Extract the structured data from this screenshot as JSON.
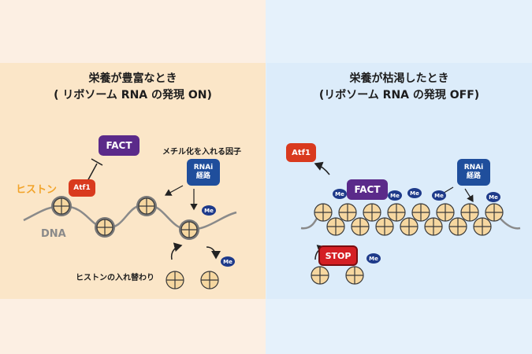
{
  "left": {
    "title_line1": "栄養が豊富なとき",
    "title_line2": "( リボソーム RNA の発現 ON)",
    "histone_label": "ヒストン",
    "dna_label": "DNA",
    "methyl_label": "メチル化を入れる因子",
    "exchange_label": "ヒストンの入れ替わり",
    "fact": "FACT",
    "atf1": "Atf1",
    "rnai_line1": "RNAi",
    "rnai_line2": "経路",
    "me": "Me"
  },
  "right": {
    "title_line1": "栄養が枯渇したとき",
    "title_line2": "(リボソーム RNA の発現 OFF)",
    "fact": "FACT",
    "atf1": "Atf1",
    "rnai_line1": "RNAi",
    "rnai_line2": "経路",
    "stop": "STOP",
    "me": "Me"
  },
  "colors": {
    "fact": "#5b2a8a",
    "atf1": "#d93a1e",
    "rnai": "#1f4e9c",
    "stop": "#d41f24",
    "histone_fill": "#f6d7a0",
    "histone_label": "#f2a42b",
    "me": "#1e3a8a"
  }
}
